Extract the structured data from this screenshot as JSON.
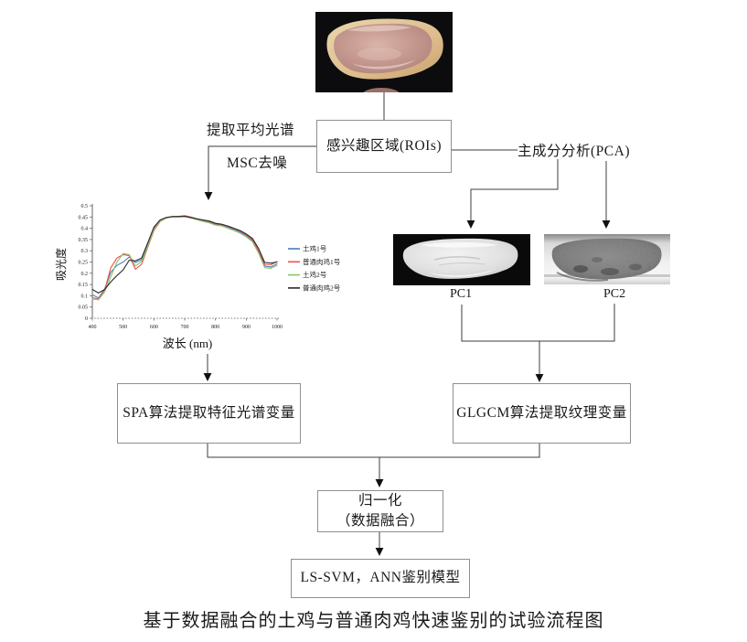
{
  "caption": "基于数据融合的土鸡与普通肉鸡快速鉴别的试验流程图",
  "nodes": {
    "roi_box": "感兴趣区域(ROIs)",
    "spa_box": "SPA算法提取特征光谱变量",
    "glgcm_box": "GLGCM算法提取纹理变量",
    "norm_box_line1": "归一化",
    "norm_box_line2": "（数据融合）",
    "model_box": "LS-SVM，ANN鉴别模型"
  },
  "edge_labels": {
    "extract_mean_spectra": "提取平均光谱",
    "msc_denoise": "MSC去噪",
    "pca": "主成分分析(PCA)"
  },
  "image_labels": {
    "pc1": "PC1",
    "pc2": "PC2"
  },
  "colors": {
    "line": "#3c3c3c",
    "box_border": "#8f8f8f",
    "axis": "#666666",
    "baseline_dots": "#9a9a9a"
  },
  "chart_data": {
    "type": "line",
    "title": "",
    "xlabel": "波长 (nm)",
    "ylabel": "吸光度",
    "xlim": [
      400,
      1000
    ],
    "ylim": [
      0,
      0.5
    ],
    "x_ticks": [
      "400",
      "500",
      "600",
      "700",
      "800",
      "900",
      "1000"
    ],
    "y_ticks": [
      "0",
      "0.05",
      "0.1",
      "0.15",
      "0.2",
      "0.25",
      "0.3",
      "0.35",
      "0.4",
      "0.45",
      "0.5"
    ],
    "grid": false,
    "legend_position": "right",
    "x": [
      400,
      420,
      440,
      460,
      480,
      500,
      520,
      540,
      560,
      580,
      600,
      620,
      640,
      660,
      680,
      700,
      720,
      740,
      760,
      780,
      800,
      820,
      840,
      860,
      880,
      900,
      920,
      940,
      960,
      980,
      1000
    ],
    "series": [
      {
        "name": "土鸡1号",
        "color": "#4a7ebb",
        "values": [
          0.105,
          0.09,
          0.13,
          0.205,
          0.235,
          0.25,
          0.272,
          0.248,
          0.26,
          0.33,
          0.4,
          0.435,
          0.447,
          0.452,
          0.452,
          0.455,
          0.448,
          0.44,
          0.434,
          0.428,
          0.418,
          0.415,
          0.405,
          0.395,
          0.383,
          0.368,
          0.345,
          0.295,
          0.232,
          0.228,
          0.242
        ]
      },
      {
        "name": "普通肉鸡1号",
        "color": "#e8534e",
        "values": [
          0.092,
          0.085,
          0.125,
          0.225,
          0.268,
          0.283,
          0.278,
          0.218,
          0.24,
          0.315,
          0.39,
          0.43,
          0.445,
          0.452,
          0.453,
          0.456,
          0.45,
          0.442,
          0.436,
          0.43,
          0.42,
          0.417,
          0.408,
          0.398,
          0.388,
          0.372,
          0.35,
          0.3,
          0.24,
          0.238,
          0.252
        ]
      },
      {
        "name": "土鸡2号",
        "color": "#8fc36a",
        "values": [
          0.085,
          0.082,
          0.118,
          0.185,
          0.25,
          0.288,
          0.282,
          0.232,
          0.252,
          0.32,
          0.395,
          0.432,
          0.446,
          0.45,
          0.45,
          0.452,
          0.446,
          0.438,
          0.43,
          0.424,
          0.414,
          0.41,
          0.4,
          0.39,
          0.378,
          0.362,
          0.34,
          0.29,
          0.225,
          0.222,
          0.235
        ]
      },
      {
        "name": "普通肉鸡2号",
        "color": "#2b2b2b",
        "values": [
          0.128,
          0.112,
          0.128,
          0.162,
          0.19,
          0.215,
          0.258,
          0.255,
          0.268,
          0.335,
          0.405,
          0.437,
          0.448,
          0.452,
          0.452,
          0.453,
          0.448,
          0.442,
          0.437,
          0.432,
          0.422,
          0.418,
          0.41,
          0.4,
          0.39,
          0.375,
          0.355,
          0.31,
          0.248,
          0.245,
          0.25
        ]
      }
    ]
  }
}
